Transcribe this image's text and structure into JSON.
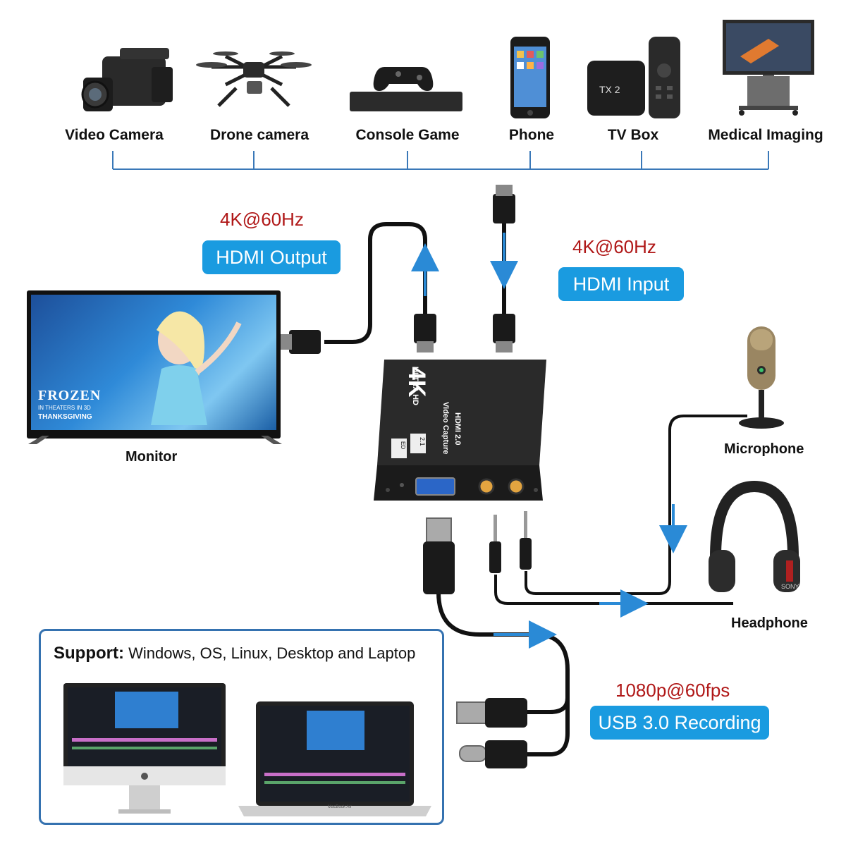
{
  "sources": [
    {
      "label": "Video Camera",
      "icon": "video-camera-icon"
    },
    {
      "label": "Drone camera",
      "icon": "drone-icon"
    },
    {
      "label": "Console Game",
      "icon": "game-console-icon"
    },
    {
      "label": "Phone",
      "icon": "phone-icon"
    },
    {
      "label": "TV Box",
      "icon": "tv-box-icon"
    },
    {
      "label": "Medical Imaging",
      "icon": "medical-monitor-icon"
    }
  ],
  "tv_box_brand": "TX 2",
  "hdmi_output": {
    "spec": "4K@60Hz",
    "label": "HDMI Output"
  },
  "hdmi_input": {
    "spec": "4K@60Hz",
    "label": "HDMI Input"
  },
  "monitor": {
    "label": "Monitor",
    "screen_title": "FROZEN",
    "screen_sub1": "IN THEATERS IN 3D",
    "screen_sub2": "THANKSGIVING"
  },
  "capture_card": {
    "big_text": "4K",
    "ultra_text": "ULTRA HD",
    "hdmi_text": "HDMI 2.0",
    "capture_text": "Video Capture",
    "port_badge": "2.1",
    "port_badge2": "ED"
  },
  "microphone": {
    "label": "Microphone"
  },
  "headphone": {
    "label": "Headphone",
    "brand": "SONY"
  },
  "usb_recording": {
    "spec": "1080p@60fps",
    "label": "USB 3.0 Recording"
  },
  "support": {
    "title": "Support:",
    "text": "Windows, OS, Linux, Desktop and Laptop"
  },
  "laptop_brand": "MacBook Air",
  "colors": {
    "accent_blue": "#1a9be0",
    "spec_red": "#b01818",
    "box_border": "#3572b0",
    "arrow_blue": "#2a8ad6"
  }
}
